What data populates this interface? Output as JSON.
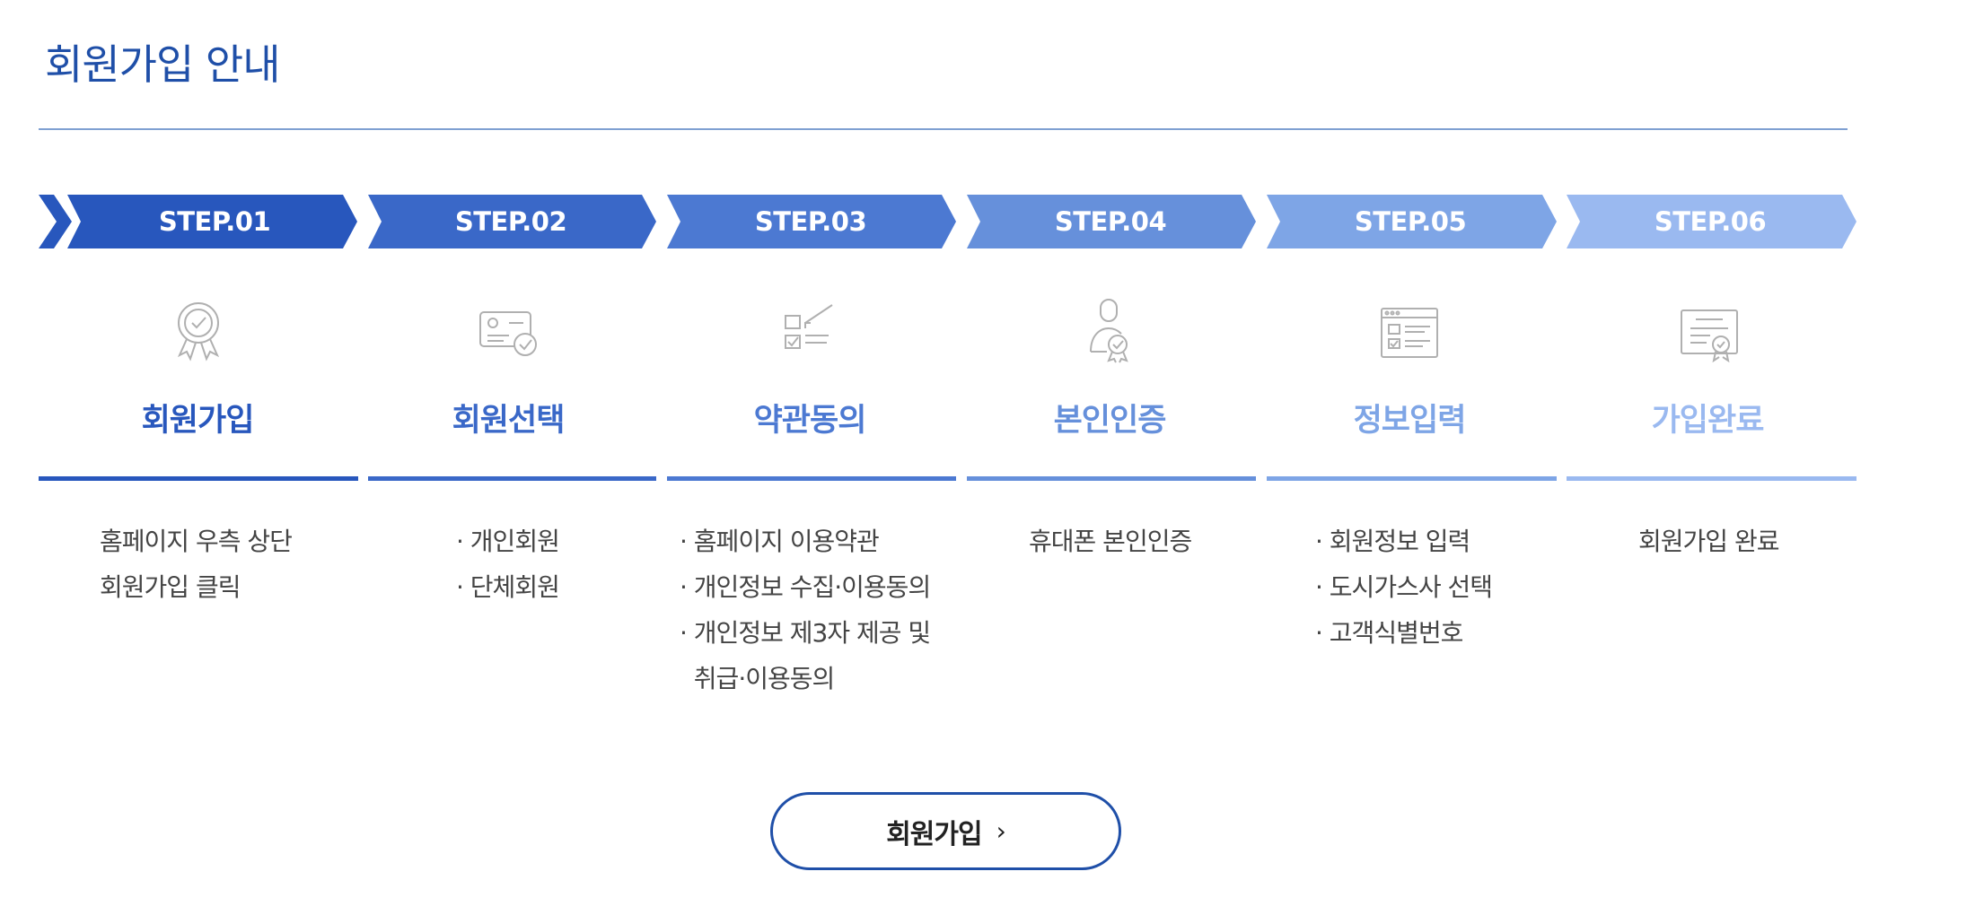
{
  "page": {
    "title": "회원가입 안내"
  },
  "colors": {
    "step1": "#2857bd",
    "step2": "#3a68c8",
    "step3": "#4c79d2",
    "step4": "#6690db",
    "step5": "#7ea5e6",
    "step6": "#9ab9f0",
    "title_blue": "#1f4fa8",
    "icon_gray": "#b0b0b0"
  },
  "steps": [
    {
      "label": "STEP.01",
      "title": "회원가입",
      "icon": "award-ribbon-icon",
      "desc": [
        "홈페이지 우측 상단",
        "회원가입 클릭"
      ]
    },
    {
      "label": "STEP.02",
      "title": "회원선택",
      "icon": "id-card-check-icon",
      "desc": [
        "· 개인회원",
        "· 단체회원"
      ]
    },
    {
      "label": "STEP.03",
      "title": "약관동의",
      "icon": "checklist-pen-icon",
      "desc": [
        "· 홈페이지 이용약관",
        "· 개인정보 수집·이용동의",
        "· 개인정보 제3자 제공 및",
        "  취급·이용동의"
      ]
    },
    {
      "label": "STEP.04",
      "title": "본인인증",
      "icon": "person-verified-icon",
      "desc": [
        "휴대폰 본인인증"
      ]
    },
    {
      "label": "STEP.05",
      "title": "정보입력",
      "icon": "browser-form-icon",
      "desc": [
        "· 회원정보 입력",
        "· 도시가스사 선택",
        "· 고객식별번호"
      ]
    },
    {
      "label": "STEP.06",
      "title": "가입완료",
      "icon": "certificate-icon",
      "desc": [
        "회원가입 완료"
      ]
    }
  ],
  "join_button": {
    "label": "회원가입",
    "chevron": "›"
  }
}
